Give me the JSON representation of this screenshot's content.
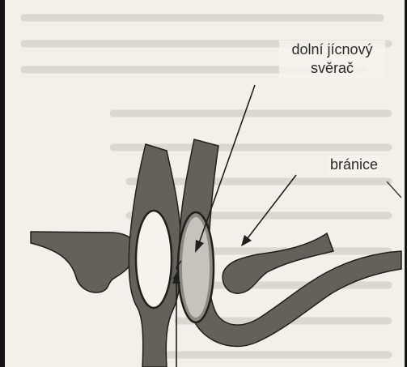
{
  "labels": {
    "lower_esophageal_sphincter": {
      "line1": "dolní jícnový",
      "line2": "svěrač"
    },
    "diaphragm": "bránice"
  },
  "colors": {
    "page": "#f3f0ea",
    "text_ghost": "#d8d3cc",
    "tissue": "#636158",
    "tissue_light": "#8d8b80",
    "lumen_fill": "#f6f3ec",
    "outline": "#1f1f1f",
    "frame": "#141414"
  }
}
